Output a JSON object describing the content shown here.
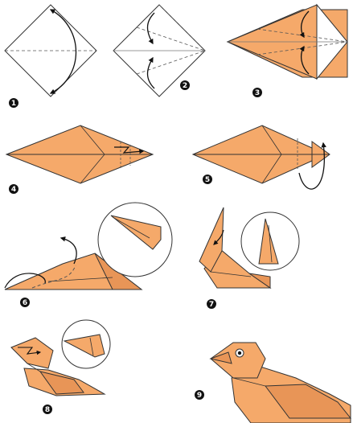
{
  "colors": {
    "paper": "#f5a96a",
    "paper_dark": "#e89557",
    "outline": "#333333",
    "fold_line": "#555555",
    "badge": "#111111",
    "badge_text": "#ffffff",
    "background": "#ffffff"
  },
  "steps": [
    {
      "label": "1"
    },
    {
      "label": "2"
    },
    {
      "label": "3"
    },
    {
      "label": "4"
    },
    {
      "label": "5"
    },
    {
      "label": "6"
    },
    {
      "label": "7"
    },
    {
      "label": "8"
    },
    {
      "label": "9"
    }
  ]
}
